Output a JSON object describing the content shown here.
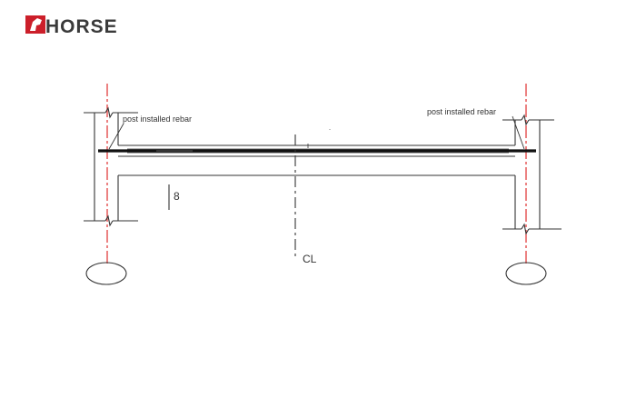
{
  "logo": {
    "text": "HORSE",
    "icon": "horse-head-icon",
    "colors": {
      "red": "#cc1f2a",
      "dark": "#3a3a3a"
    }
  },
  "drawing": {
    "left_label": "post installed rebar",
    "right_label": "post installed rebar",
    "dimension_label": "8",
    "centerline_label": "CL",
    "colors": {
      "line": "#333333",
      "red_axis": "#e03030",
      "rebar": "#111111"
    }
  }
}
